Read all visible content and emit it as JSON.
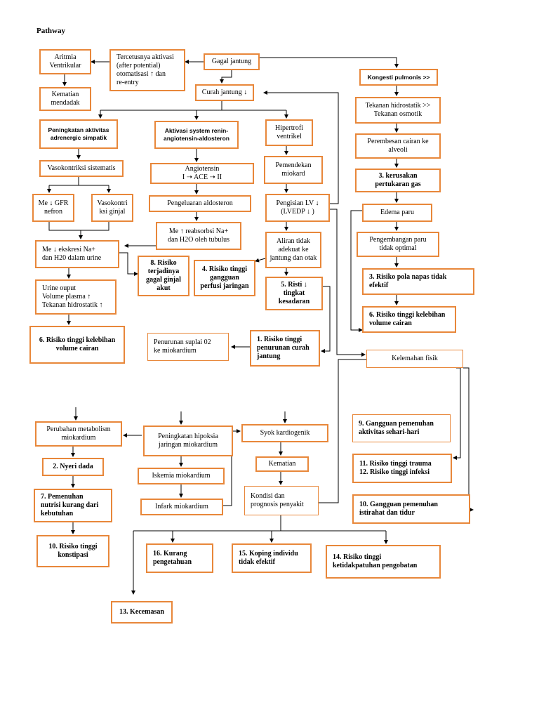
{
  "title": "Pathway",
  "boxes": {
    "gagal_jantung": "Gagal jantung",
    "tercetus": "Tercetusnya aktivasi\n(after potential)\notomatisasi ↑ dan\nre-entry",
    "aritmia": "Aritmia\nVentrikular",
    "kematian_mendadak": "Kematian\nmendadak",
    "curah_jantung": "Curah jantung ↓",
    "kongesti": "Kongesti pulmonis >>",
    "tekanan_hidrostatik": "Tekanan hidrostatik >>\nTekanan osmotik",
    "perembesan": "Perembesan cairan ke\nalveoli",
    "kerusakan_gas": "3. kerusakan\npertukaran gas",
    "edema_paru": "Edema paru",
    "pengembangan_paru": "Pengembangan paru\ntidak optimal",
    "pola_napas": "3. Risiko pola napas tidak\nefektif",
    "kelebihan_cairan_kanan": "6. Risiko tinggi kelebihan\nvolume cairan",
    "peningkatan_adrenergik": "Peningkatan aktivitas\nadrenergic simpatik",
    "aktivasi_renin": "Aktivasi system renin-\nangiotensin-aldosteron",
    "hipertrofi": "Hipertrofi\nventrikel",
    "vasokontriksi_sistematis": "Vasokontriksi sistematis",
    "angiotensin": "Angiotensin\nI ➝ ACE ➝ II",
    "pemendekan": "Pemendekan\nmiokard",
    "gfr": "Me ↓ GFR\nnefron",
    "vasokontriksi_ginjal": "Vasokontri\nksi ginjal",
    "pengeluaran_aldosteron": "Pengeluaran aldosteron",
    "pengisian_lv": "Pengisian LV ↓\n(LVEDP ↓ )",
    "reabsorbsi": "Me ↑ reabsorbsi Na+\ndan H2O oleh tubulus",
    "aliran_tidak_adekuat": "Aliran tidak\nadekuat ke\njantung dan otak",
    "ekskresi": "Me ↓ ekskresi Na+\ndan H20 dalam urine",
    "gagal_ginjal": "8. Risiko\nterjadinya\ngagal ginjal\nakut",
    "perfusi": "4. Risiko tinggi\ngangguan\nperfusi jaringan",
    "kesadaran": "5. Risti ↓\ntingkat\nkesadaran",
    "urine_output": "Urine ouput\nVolume plasma ↑\nTekanan hidrostatik ↑",
    "kelebihan_cairan_kiri": "6. Risiko tinggi kelebihan\nvolume cairan",
    "suplai_o2": "Penurunan suplai 02\nke miokardium",
    "penurunan_curah": "1. Risiko tinggi\npenurunan curah\njantung",
    "kelemahan_fisik": "Kelemahan fisik",
    "perubahan_metabolisme": "Perubahan metabolism\nmiokardium",
    "hipoksia": "Peningkatan hipoksia\njaringan miokardium",
    "syok": "Syok kardiogenik",
    "gangguan_aktivitas": "9. Gangguan pemenuhan\naktivitas sehari-hari",
    "nyeri_dada": "2. Nyeri dada",
    "iskemia": "Iskemia miokardium",
    "kematian": "Kematian",
    "trauma_infeksi": "11. Risiko tinggi trauma\n12. Risiko tinggi infeksi",
    "nutrisi": "7. Pemenuhan\nnutrisi kurang dari\nkebutuhan",
    "infark": "Infark miokardium",
    "kondisi": "Kondisi dan\nprognosis penyakit",
    "istirahat": "10. Gangguan pemenuhan\nistirahat dan tidur",
    "konstipasi": "10. Risiko tinggi\nkonstipasi",
    "kurang_pengetahuan": "16. Kurang\npengetahuan",
    "koping": "15. Koping individu\ntidak efektif",
    "ketidakpatuhan": "14. Risiko tinggi\nketidakpatuhan pengobatan",
    "kecemasan": "13. Kecemasan"
  },
  "colors": {
    "box_border": "#e8873a",
    "line": "#000000"
  }
}
